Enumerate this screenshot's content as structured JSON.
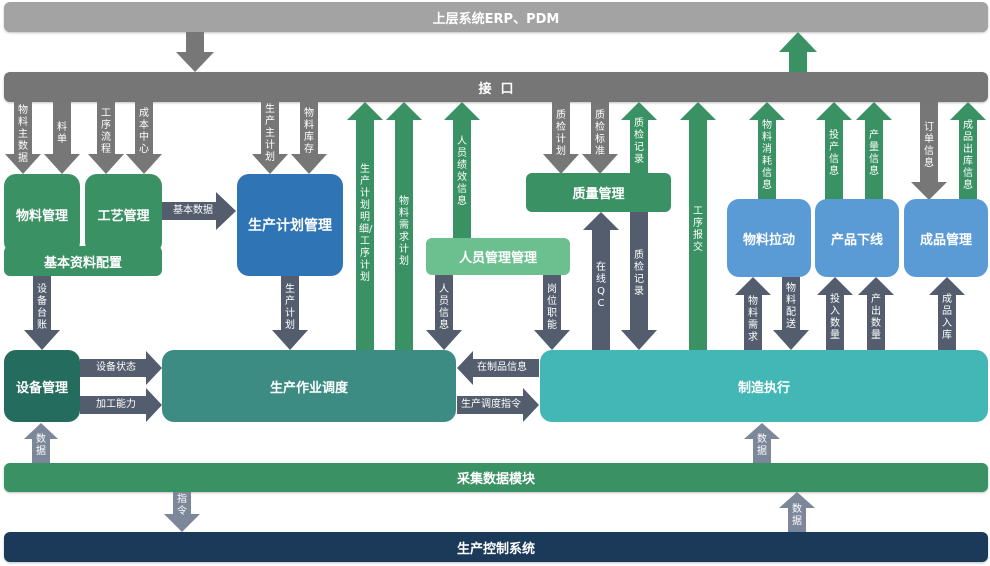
{
  "colors": {
    "top_bar": "#a3a3a3",
    "interface_bar": "#767676",
    "gray_arrow": "#777777",
    "green_arrow": "#3a9163",
    "slate_arrow": "#535d6d",
    "light_slate_arrow": "#7c879a",
    "green_box": "#3a9163",
    "blue_box": "#2f74b5",
    "light_green_box": "#6cbf8f",
    "light_blue_box": "#5b9bd5",
    "dark_teal_box": "#236c5e",
    "teal_box": "#3d8c83",
    "cyan_box": "#42b7b5",
    "navy_bar": "#1b3a5a"
  },
  "bars": {
    "top": "上层系统ERP、PDM",
    "interface": "接  口",
    "collect": "采集数据模块",
    "control": "生产控制系统"
  },
  "boxes": {
    "material_mgmt": "物料管理",
    "process_mgmt": "工艺管理",
    "basic_config": "基本资料配置",
    "plan_mgmt": "生产计划管理",
    "hr_mgmt": "人员管理管理",
    "quality_mgmt": "质量管理",
    "material_pull": "物料拉动",
    "product_offline": "产品下线",
    "finished_mgmt": "成品管理",
    "equipment_mgmt": "设备管理",
    "scheduling": "生产作业调度",
    "manufacturing": "制造执行"
  },
  "arrows": {
    "erp_down": "",
    "interface_up_erp": "",
    "material_master": "物料主数据",
    "bom": "料单",
    "process_flow": "工序流程",
    "cost_center": "成本中心",
    "master_plan": "生产主计划",
    "material_stock": "物料库存",
    "plan_detail": "生产计划明细/工序计划",
    "material_req_plan": "物料需求计划",
    "staff_perf": "人员绩效信息",
    "qc_plan": "质检计划",
    "qc_standard": "质检标准",
    "qc_record_up": "质检记录",
    "process_report": "工序报交",
    "material_consume": "物料消耗信息",
    "input_info": "投产信息",
    "output_info": "产量信息",
    "order_info": "订单信息",
    "finished_out_info": "成品出库信息",
    "basic_data": "基本数据",
    "equipment_ledger": "设备台账",
    "production_plan": "生产计划",
    "staff_info": "人员信息",
    "post_duty": "岗位职能",
    "online_qc": "在线QC",
    "qc_record_down": "质检记录",
    "material_demand": "物料需求",
    "material_delivery": "物料配送",
    "input_qty": "投入数量",
    "output_qty": "产出数量",
    "finished_in": "成品入库",
    "equipment_status": "设备状态",
    "processing_capacity": "加工能力",
    "wip_info": "在制品信息",
    "dispatch_cmd": "生产调度指令",
    "data_to_equipment": "数据",
    "data_to_manufacturing": "数据",
    "command_down": "指令",
    "data_up_control": "数据"
  }
}
